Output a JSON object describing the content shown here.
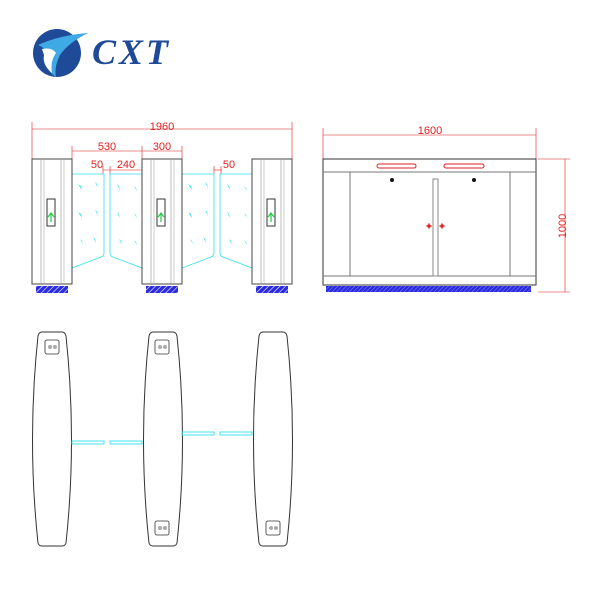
{
  "logo": {
    "brand": "CXT",
    "colors": {
      "primary": "#1f4a97",
      "accent": "#3fa9e6"
    }
  },
  "front_view": {
    "dimensions": {
      "overall_width": "1960",
      "lane_width": "530",
      "cabinet_width": "300",
      "gap_left": "50",
      "wing_width": "240",
      "gap_right": "50"
    },
    "cabinets": 3,
    "indicator_icon": "up-arrow-icon"
  },
  "side_view": {
    "dimensions": {
      "length": "1600",
      "height": "1000"
    }
  },
  "top_view": {
    "panels": 3,
    "lanes": 2
  },
  "colors": {
    "dimension": "#e02020",
    "glass": "#33e0f0",
    "outline": "#333333",
    "base": "#2a2ae0",
    "arrow": "#22cc44"
  }
}
